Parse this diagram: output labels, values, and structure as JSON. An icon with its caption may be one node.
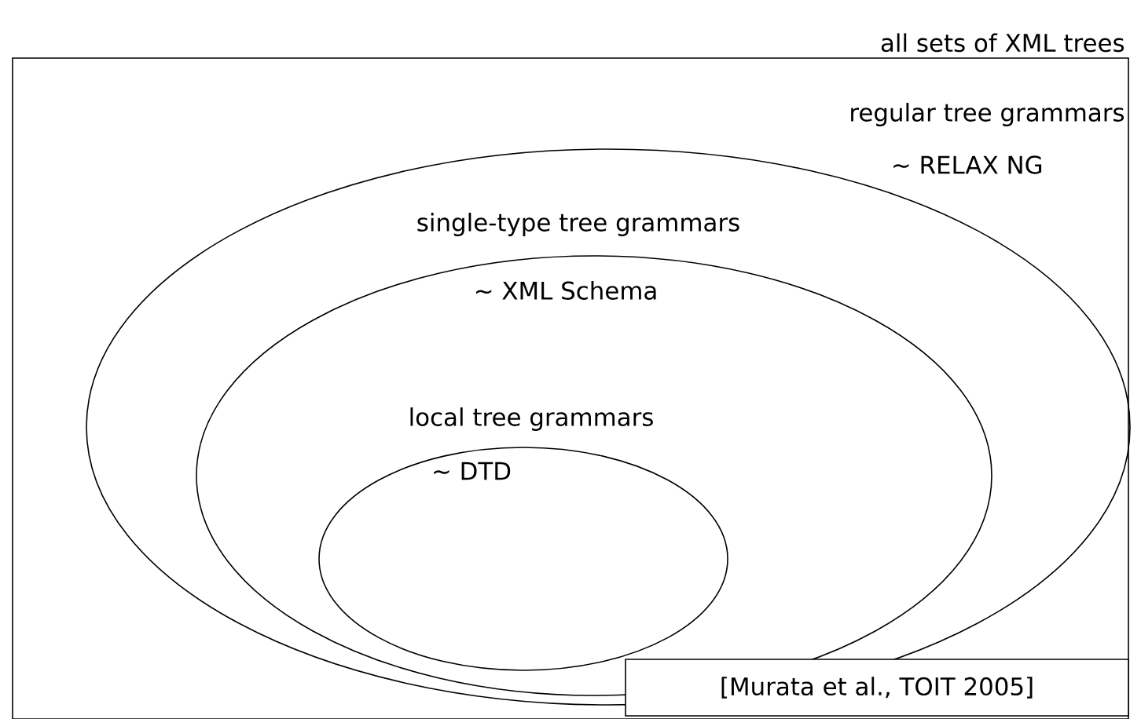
{
  "diagram": {
    "nodes": [
      {
        "text": [
          "all sets of XML trees"
        ]
      },
      {
        "text": [
          "regular tree grammars",
          "~ RELAX NG"
        ],
        "in": 0
      },
      {
        "text": [
          "single-type tree grammars",
          "~ XML Schema"
        ],
        "in": 1
      },
      {
        "text": [
          "local tree grammars",
          "~ DTD"
        ],
        "in": 2
      },
      {
        "text": [
          "[Murata et al., TOIT 2005]"
        ],
        "in": 0
      }
    ]
  }
}
